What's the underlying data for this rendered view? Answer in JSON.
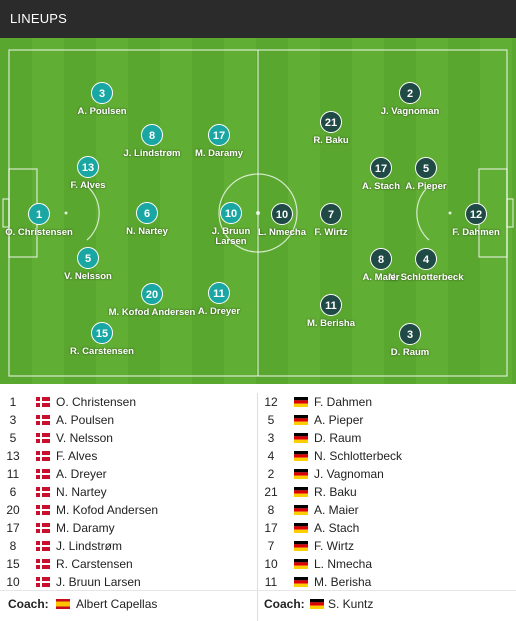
{
  "header": {
    "title": "LINEUPS"
  },
  "colors": {
    "home_dot": "#1aa6a3",
    "away_dot": "#1f4a45",
    "pitch": "#5aa72f"
  },
  "pitch": {
    "home": [
      {
        "num": "1",
        "name": "O. Christensen"
      },
      {
        "num": "3",
        "name": "A. Poulsen"
      },
      {
        "num": "5",
        "name": "V. Nelsson"
      },
      {
        "num": "13",
        "name": "F. Alves"
      },
      {
        "num": "15",
        "name": "R. Carstensen"
      },
      {
        "num": "6",
        "name": "N. Nartey"
      },
      {
        "num": "8",
        "name": "J. Lindstrøm"
      },
      {
        "num": "20",
        "name": "M. Kofod Andersen"
      },
      {
        "num": "17",
        "name": "M. Daramy"
      },
      {
        "num": "11",
        "name": "A. Dreyer"
      },
      {
        "num": "10",
        "name": "J. Bruun Larsen"
      }
    ],
    "away": [
      {
        "num": "12",
        "name": "F. Dahmen"
      },
      {
        "num": "2",
        "name": "J. Vagnoman"
      },
      {
        "num": "5",
        "name": "A. Pieper"
      },
      {
        "num": "4",
        "name": "N. Schlotterbeck"
      },
      {
        "num": "3",
        "name": "D. Raum"
      },
      {
        "num": "17",
        "name": "A. Stach"
      },
      {
        "num": "8",
        "name": "A. Maier"
      },
      {
        "num": "21",
        "name": "R. Baku"
      },
      {
        "num": "7",
        "name": "F. Wirtz"
      },
      {
        "num": "11",
        "name": "M. Berisha"
      },
      {
        "num": "10",
        "name": "L. Nmecha"
      }
    ]
  },
  "lists": {
    "home": [
      {
        "num": "1",
        "name": "O. Christensen",
        "flag": "denmark-flag-icon"
      },
      {
        "num": "3",
        "name": "A. Poulsen",
        "flag": "denmark-flag-icon"
      },
      {
        "num": "5",
        "name": "V. Nelsson",
        "flag": "denmark-flag-icon"
      },
      {
        "num": "13",
        "name": "F. Alves",
        "flag": "denmark-flag-icon"
      },
      {
        "num": "11",
        "name": "A. Dreyer",
        "flag": "denmark-flag-icon"
      },
      {
        "num": "6",
        "name": "N. Nartey",
        "flag": "denmark-flag-icon"
      },
      {
        "num": "20",
        "name": "M. Kofod Andersen",
        "flag": "denmark-flag-icon"
      },
      {
        "num": "17",
        "name": "M. Daramy",
        "flag": "denmark-flag-icon"
      },
      {
        "num": "8",
        "name": "J. Lindstrøm",
        "flag": "denmark-flag-icon"
      },
      {
        "num": "15",
        "name": "R. Carstensen",
        "flag": "denmark-flag-icon"
      },
      {
        "num": "10",
        "name": "J. Bruun Larsen",
        "flag": "denmark-flag-icon"
      }
    ],
    "away": [
      {
        "num": "12",
        "name": "F. Dahmen",
        "flag": "germany-flag-icon"
      },
      {
        "num": "5",
        "name": "A. Pieper",
        "flag": "germany-flag-icon"
      },
      {
        "num": "3",
        "name": "D. Raum",
        "flag": "germany-flag-icon"
      },
      {
        "num": "4",
        "name": "N. Schlotterbeck",
        "flag": "germany-flag-icon"
      },
      {
        "num": "2",
        "name": "J. Vagnoman",
        "flag": "germany-flag-icon"
      },
      {
        "num": "21",
        "name": "R. Baku",
        "flag": "germany-flag-icon"
      },
      {
        "num": "8",
        "name": "A. Maier",
        "flag": "germany-flag-icon"
      },
      {
        "num": "17",
        "name": "A. Stach",
        "flag": "germany-flag-icon"
      },
      {
        "num": "7",
        "name": "F. Wirtz",
        "flag": "germany-flag-icon"
      },
      {
        "num": "10",
        "name": "L. Nmecha",
        "flag": "germany-flag-icon"
      },
      {
        "num": "11",
        "name": "M. Berisha",
        "flag": "germany-flag-icon"
      }
    ]
  },
  "coaches": {
    "label": "Coach:",
    "home": {
      "name": "Albert Capellas",
      "flag": "spain-flag-icon"
    },
    "away": {
      "name": "S. Kuntz",
      "flag": "germany-flag-icon"
    }
  }
}
